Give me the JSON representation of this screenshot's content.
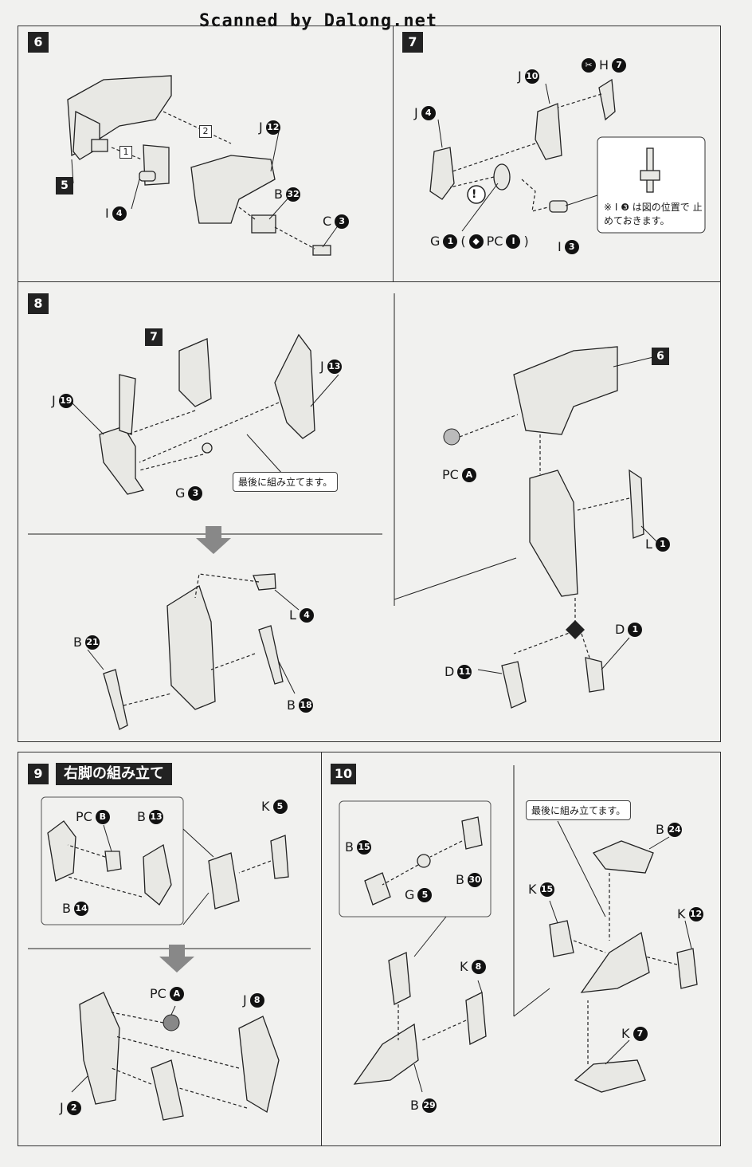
{
  "watermark": "Scanned by Dalong.net",
  "steps": {
    "s6": {
      "num": "6",
      "sub_badge": "5",
      "labels": [
        {
          "letter": "J",
          "n": "12"
        },
        {
          "letter": "B",
          "n": "32"
        },
        {
          "letter": "C",
          "n": "3"
        },
        {
          "letter": "I",
          "n": "4"
        }
      ],
      "seq": [
        "1",
        "2"
      ]
    },
    "s7": {
      "num": "7",
      "labels": [
        {
          "letter": "J",
          "n": "10"
        },
        {
          "letter": "H",
          "n": "7"
        },
        {
          "letter": "J",
          "n": "4"
        },
        {
          "letter": "I",
          "n": "3"
        }
      ],
      "g_label": "G",
      "g_num": "1",
      "g_alt": "PC",
      "g_alt_num": "I",
      "note": "※ I ❸ は図の位置で 止めておきます。"
    },
    "s8": {
      "num": "8",
      "sub_badge": "7",
      "sub_badge2": "6",
      "labels": [
        {
          "letter": "J",
          "n": "19"
        },
        {
          "letter": "J",
          "n": "13"
        },
        {
          "letter": "G",
          "n": "3"
        },
        {
          "letter": "L",
          "n": "4"
        },
        {
          "letter": "B",
          "n": "21"
        },
        {
          "letter": "B",
          "n": "18"
        },
        {
          "letter": "PC",
          "n": "A"
        },
        {
          "letter": "L",
          "n": "1"
        },
        {
          "letter": "D",
          "n": "1"
        },
        {
          "letter": "D",
          "n": "11"
        }
      ],
      "note": "最後に組み立てます。"
    },
    "s9": {
      "num": "9",
      "title": "右脚の組み立て",
      "labels": [
        {
          "letter": "PC",
          "n": "B"
        },
        {
          "letter": "B",
          "n": "13"
        },
        {
          "letter": "K",
          "n": "5"
        },
        {
          "letter": "B",
          "n": "14"
        },
        {
          "letter": "PC",
          "n": "A"
        },
        {
          "letter": "J",
          "n": "8"
        },
        {
          "letter": "J",
          "n": "2"
        }
      ]
    },
    "s10": {
      "num": "10",
      "labels": [
        {
          "letter": "B",
          "n": "15"
        },
        {
          "letter": "G",
          "n": "5"
        },
        {
          "letter": "B",
          "n": "30"
        },
        {
          "letter": "K",
          "n": "8"
        },
        {
          "letter": "B",
          "n": "29"
        },
        {
          "letter": "B",
          "n": "24"
        },
        {
          "letter": "K",
          "n": "15"
        },
        {
          "letter": "K",
          "n": "12"
        },
        {
          "letter": "K",
          "n": "7"
        }
      ],
      "note": "最後に組み立てます。"
    }
  }
}
